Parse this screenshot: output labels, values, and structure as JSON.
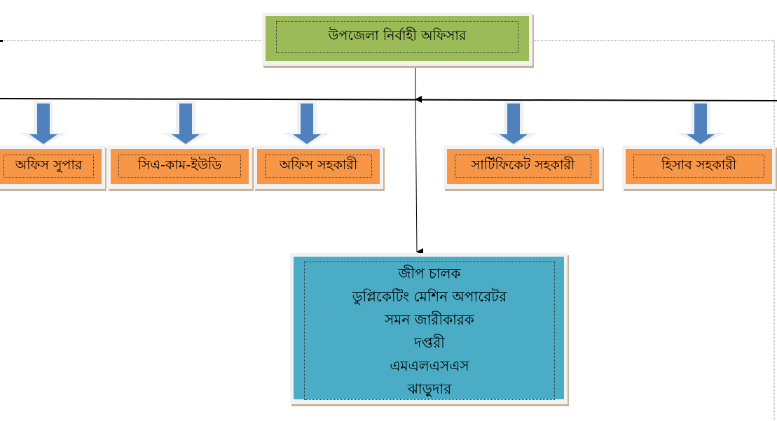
{
  "head": {
    "title": "উপজেলা নির্বাহী অফিসার"
  },
  "subordinates": [
    {
      "label": "অফিস সুপার"
    },
    {
      "label": "সিএ-কাম-ইউডি"
    },
    {
      "label": "অফিস সহকারী"
    },
    {
      "label": "সার্টিফিকেট সহকারী"
    },
    {
      "label": "হিসাব সহকারী"
    }
  ],
  "staff": {
    "items": [
      "জীপ চালক",
      "ডুপ্লিকেটিং মেশিন অপারেটর",
      "সমন জারীকারক",
      "দপ্তরী",
      "এমএলএসএস",
      "ঝাড়ুদার"
    ]
  },
  "colors": {
    "head": "#9bbb59",
    "sub": "#f79646",
    "staff": "#4bacc6",
    "arrow": "#4f81bd"
  }
}
